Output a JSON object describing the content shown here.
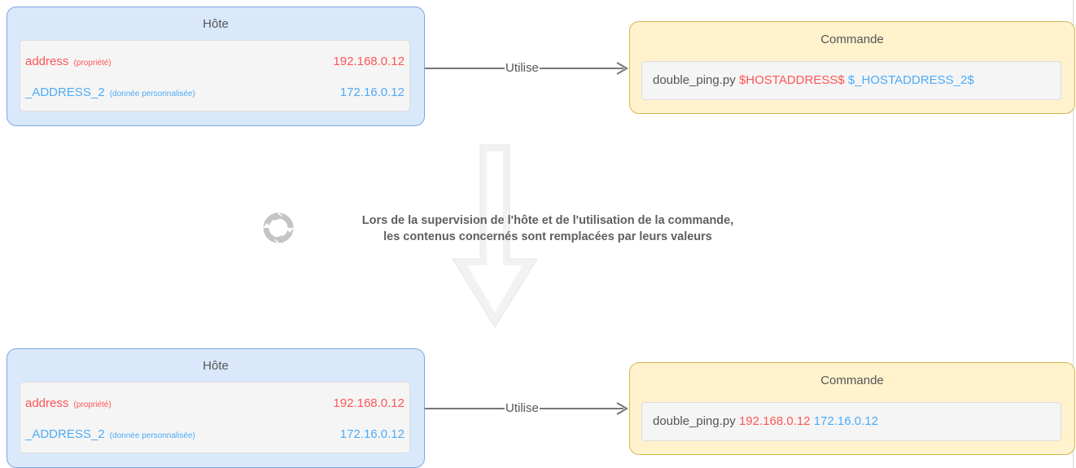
{
  "top": {
    "host": {
      "title": "Hôte",
      "address_name": "address",
      "address_note": "(propriété)",
      "address_value": "192.168.0.12",
      "custom_name": "_ADDRESS_2",
      "custom_note": "(donnée personnalisée)",
      "custom_value": "172.16.0.12"
    },
    "link_label": "Utilise",
    "command": {
      "title": "Commande",
      "script": "double_ping.py",
      "arg1": "$HOSTADDRESS$",
      "arg2": "$_HOSTADDRESS_2$"
    }
  },
  "note": {
    "line1": "Lors de la supervision de l'hôte et de l'utilisation de la commande,",
    "line2": "les contenus concernés sont remplacées par leurs valeurs",
    "icon": "cycle-icon"
  },
  "bottom": {
    "host": {
      "title": "Hôte",
      "address_name": "address",
      "address_note": "(propriété)",
      "address_value": "192.168.0.12",
      "custom_name": "_ADDRESS_2",
      "custom_note": "(donnée personnalisée)",
      "custom_value": "172.16.0.12"
    },
    "link_label": "Utilise",
    "command": {
      "title": "Commande",
      "script": "double_ping.py",
      "arg1": "192.168.0.12",
      "arg2": "172.16.0.12"
    }
  },
  "colors": {
    "host_fill": "#dae8fc",
    "host_stroke": "#7ea6e0",
    "command_fill": "#fff2cc",
    "command_stroke": "#d6b656",
    "property_red": "#ff5555",
    "custom_blue": "#4dabf7",
    "arrow_gray": "#777777",
    "big_arrow_gray": "#f0f0f0"
  }
}
